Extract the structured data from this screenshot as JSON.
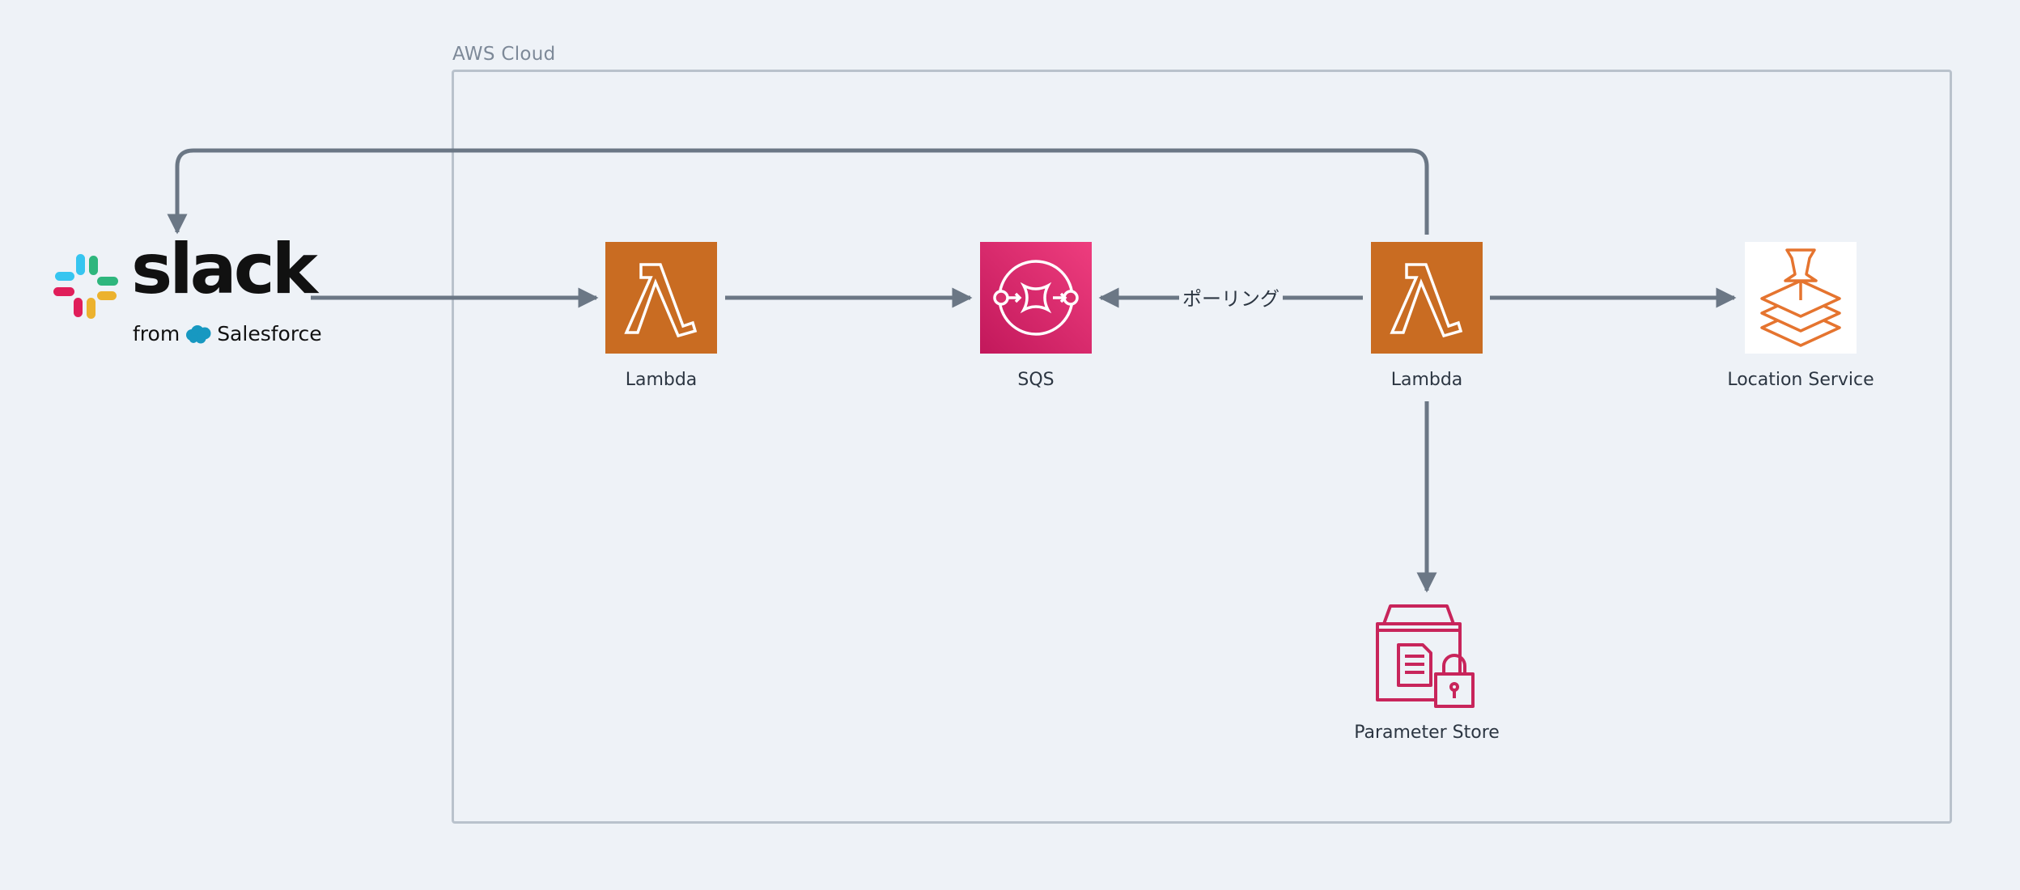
{
  "group": {
    "label": "AWS Cloud"
  },
  "nodes": {
    "slack": {
      "word": "slack",
      "from_text": "from",
      "salesforce_text": "Salesforce"
    },
    "lambda1": {
      "label": "Lambda"
    },
    "sqs": {
      "label": "SQS"
    },
    "lambda2": {
      "label": "Lambda"
    },
    "location": {
      "label": "Location Service"
    },
    "param_store": {
      "label": "Parameter Store"
    }
  },
  "edges": {
    "polling": {
      "label": "ポーリング"
    }
  },
  "colors": {
    "background": "#eef2f7",
    "edge": "#6b7785",
    "lambda": "#c96c22",
    "sqs": "#d92f6b",
    "parameter_store": "#c8255b",
    "location_service": "#e5742f",
    "group_border": "#b9c2cc"
  },
  "icons": [
    "slack-logo",
    "salesforce-cloud-icon",
    "lambda-icon",
    "sqs-icon",
    "location-service-icon",
    "parameter-store-icon"
  ]
}
